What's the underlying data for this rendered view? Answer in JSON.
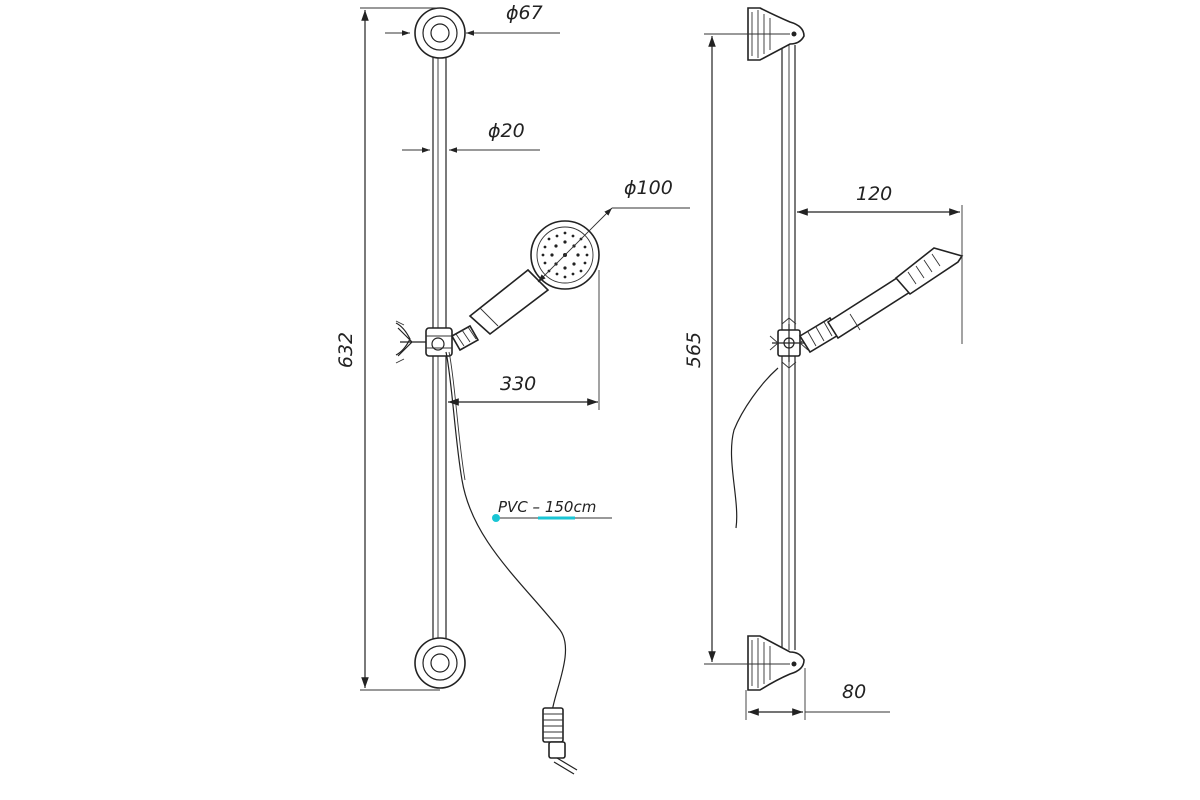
{
  "dimensions": {
    "front_flange_diameter": "ϕ67",
    "front_bar_diameter": "ϕ20",
    "front_head_diameter": "ϕ100",
    "front_reach": "330",
    "front_total_height": "632",
    "side_bracket_spacing": "565",
    "side_head_offset": "120",
    "side_wall_depth": "80"
  },
  "annotations": {
    "hose": "PVC – 150cm"
  },
  "colors": {
    "line": "#222222",
    "highlight": "#19c5d4"
  }
}
